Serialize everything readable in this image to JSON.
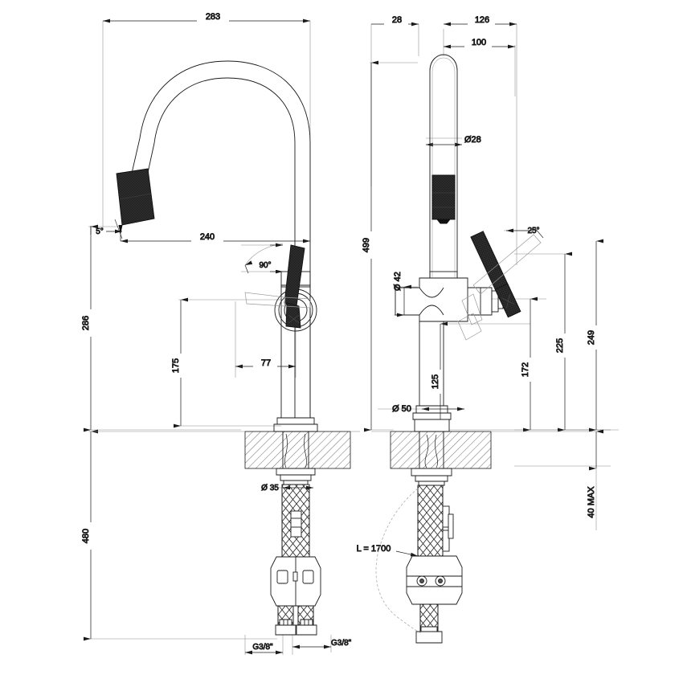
{
  "drawing": {
    "type": "technical-dimension-drawing",
    "subject": "kitchen-mixer-tap-pull-down-spout",
    "views": [
      "front-elevation",
      "side-elevation"
    ],
    "units": "mm",
    "line_color": "#1a1a1a",
    "fill_dark": "#1c1c1c",
    "hatch_color": "#555555"
  },
  "front_view": {
    "dimensions": {
      "overall_width": "283",
      "spout_reach": "240",
      "spout_height": "286",
      "handle_offset": "77",
      "body_height": "175",
      "tip_angle": "5°",
      "handle_rotation": "90°",
      "hose_diameter": "Ø 35",
      "below_counter": "480",
      "inlet_left": "G3/8\"",
      "inlet_right": "G3/8\""
    }
  },
  "side_view": {
    "dimensions": {
      "back_offset": "28",
      "total_depth": "126",
      "spout_depth": "100",
      "spout_tube_diameter": "Ø28",
      "overall_height": "499",
      "body_diameter": "Ø 42",
      "base_diameter": "Ø 50",
      "handle_angle": "25°",
      "lever_low": "125",
      "lever_mid": "172",
      "body_top": "225",
      "body_overall": "249",
      "counter_thickness": "40 MAX",
      "hose_length": "L = 1700"
    }
  }
}
